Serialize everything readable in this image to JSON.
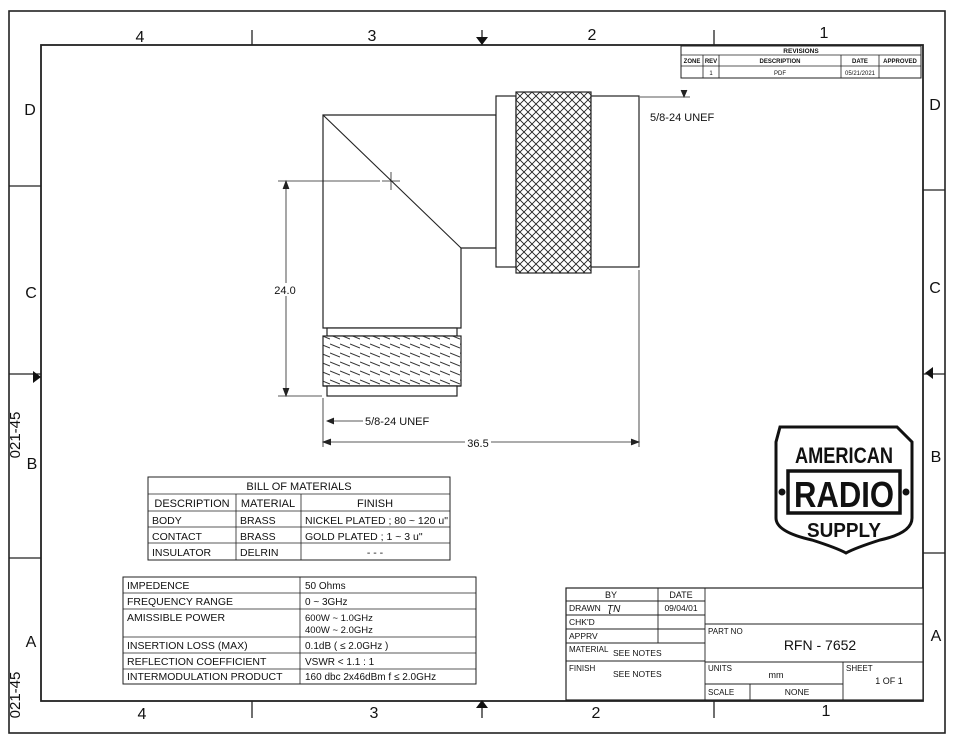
{
  "zones": {
    "top": [
      "4",
      "3",
      "2",
      "1"
    ],
    "bottom": [
      "4",
      "3",
      "2",
      "1"
    ],
    "left": [
      "D",
      "C",
      "B",
      "A"
    ],
    "right": [
      "D",
      "C",
      "B",
      "A"
    ]
  },
  "side_code": "021-45",
  "revisions": {
    "title": "REVISIONS",
    "headers": [
      "ZONE",
      "REV",
      "DESCRIPTION",
      "DATE",
      "APPROVED"
    ],
    "rows": [
      [
        "",
        "1",
        "PDF",
        "05/21/2021",
        ""
      ]
    ]
  },
  "drawing": {
    "thread_top": "5/8-24 UNEF",
    "thread_bottom": "5/8-24 UNEF",
    "dim_height": "24.0",
    "dim_width": "36.5"
  },
  "logo": {
    "line1": "AMERICAN",
    "line2": "RADIO",
    "line3": "SUPPLY"
  },
  "bom": {
    "title": "BILL OF MATERIALS",
    "headers": [
      "DESCRIPTION",
      "MATERIAL",
      "FINISH"
    ],
    "rows": [
      [
        "BODY",
        "BRASS",
        "NICKEL PLATED ; 80 ~ 120 u\""
      ],
      [
        "CONTACT",
        "BRASS",
        "GOLD PLATED ; 1 ~ 3 u\""
      ],
      [
        "INSULATOR",
        "DELRIN",
        "- - -"
      ]
    ]
  },
  "specs": [
    [
      "IMPEDENCE",
      "50 Ohms",
      ""
    ],
    [
      "FREQUENCY RANGE",
      "0 ~ 3GHz",
      ""
    ],
    [
      "AMISSIBLE POWER",
      "600W ~ 1.0GHz",
      "400W ~ 2.0GHz"
    ],
    [
      "INSERTION LOSS (MAX)",
      "0.1dB ( ≤ 2.0GHz )",
      ""
    ],
    [
      "REFLECTION COEFFICIENT",
      "VSWR < 1.1 : 1",
      ""
    ],
    [
      "INTERMODULATION PRODUCT",
      "160 dbc 2x46dBm f ≤ 2.0GHz",
      ""
    ]
  ],
  "title_block": {
    "by": "BY",
    "date": "DATE",
    "drawn": "DRAWN",
    "drawn_initials": "ƮN",
    "drawn_date": "09/04/01",
    "chkd": "CHK'D",
    "apprv": "APPRV",
    "material": "MATERIAL",
    "material_value": "SEE NOTES",
    "finish": "FINISH",
    "finish_value": "SEE NOTES",
    "part_no_label": "PART NO",
    "part_no": "RFN - 7652",
    "units_label": "UNITS",
    "units": "mm",
    "sheet_label": "SHEET",
    "sheet": "1 OF 1",
    "scale_label": "SCALE",
    "scale": "NONE"
  }
}
